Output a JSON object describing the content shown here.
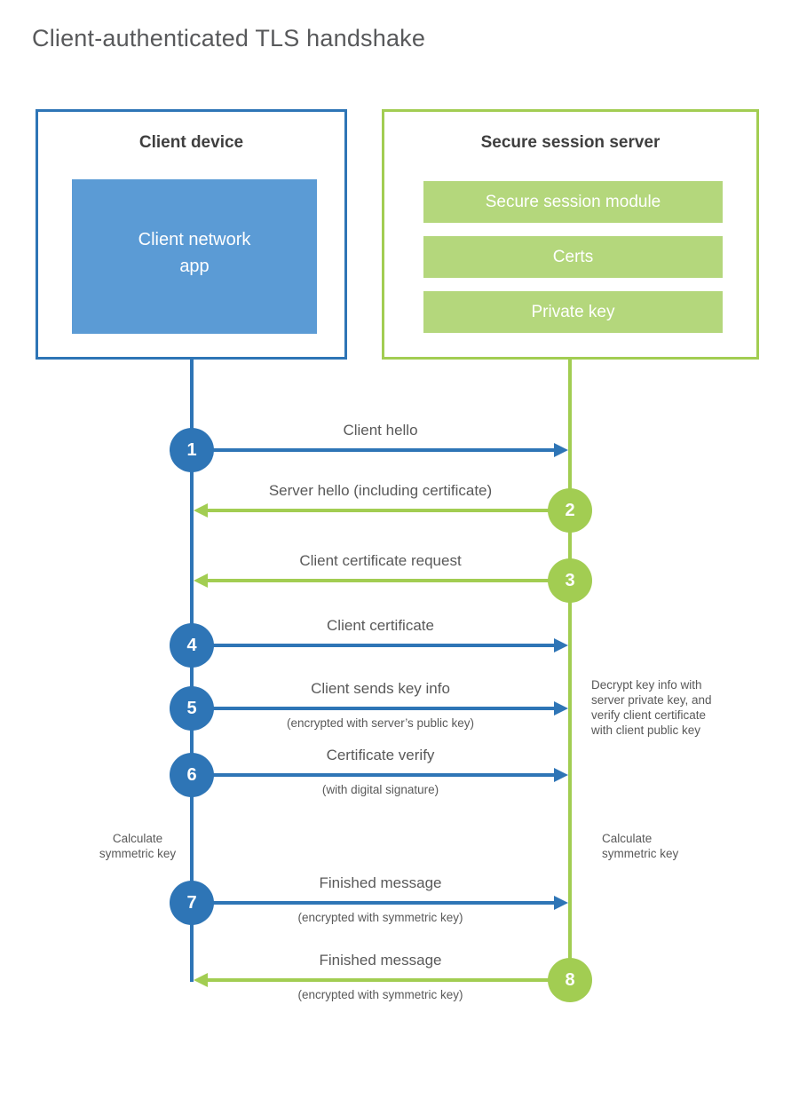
{
  "title": "Client-authenticated TLS handshake",
  "colors": {
    "blue_accent": "#2e75b6",
    "blue_fill": "#5b9bd5",
    "green_accent": "#a2cd52",
    "green_fill": "#b4d77c",
    "text_gray": "#595959",
    "heading_gray": "#3f3f3f"
  },
  "client": {
    "title": "Client device",
    "app_label": "Client network\napp"
  },
  "server": {
    "title": "Secure session server",
    "modules": [
      "Secure session module",
      "Certs",
      "Private key"
    ]
  },
  "steps": [
    {
      "num": "1",
      "label": "Client hello"
    },
    {
      "num": "2",
      "label": "Server hello (including certificate)"
    },
    {
      "num": "3",
      "label": "Client certificate request"
    },
    {
      "num": "4",
      "label": "Client certificate"
    },
    {
      "num": "5",
      "label": "Client sends key info",
      "sub": "(encrypted with server’s public key)"
    },
    {
      "num": "6",
      "label": "Certificate verify",
      "sub": "(with digital signature)"
    },
    {
      "num": "7",
      "label": "Finished message",
      "sub": "(encrypted with symmetric key)"
    },
    {
      "num": "8",
      "label": "Finished message",
      "sub": "(encrypted with symmetric key)"
    }
  ],
  "annotations": {
    "decrypt_note": "Decrypt key info with\nserver private key, and\nverify client certificate\nwith client public key",
    "calc_left": "Calculate\nsymmetric key",
    "calc_right": "Calculate\nsymmetric key"
  }
}
